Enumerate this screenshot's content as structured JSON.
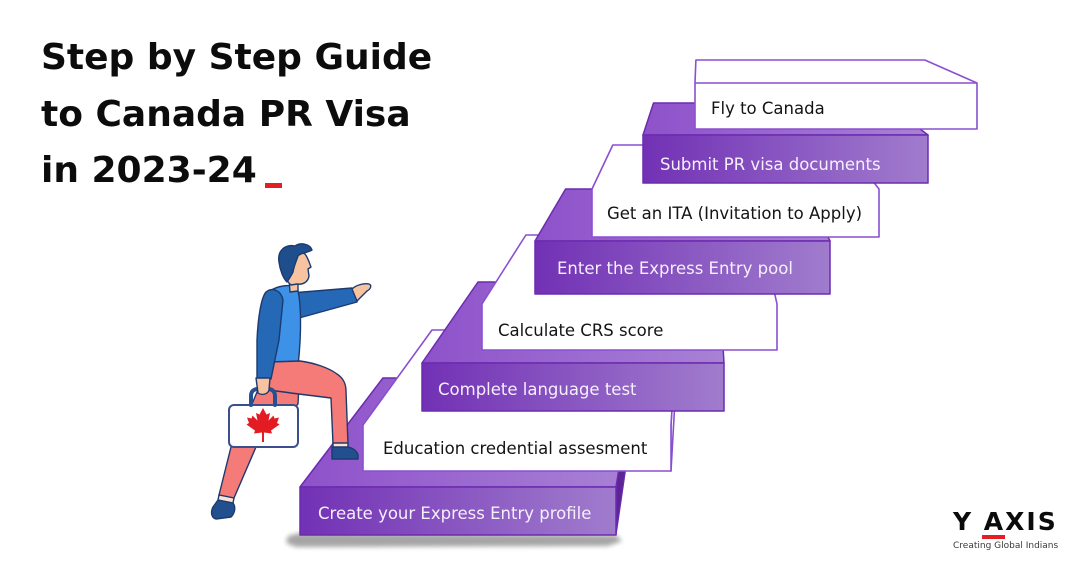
{
  "title": {
    "lines": [
      "Step by Step Guide",
      "to Canada PR Visa",
      "in 2023-24"
    ]
  },
  "steps": [
    {
      "label": "Create your Express Entry profile"
    },
    {
      "label": "Education credential assesment"
    },
    {
      "label": "Complete language test"
    },
    {
      "label": "Calculate CRS score"
    },
    {
      "label": "Enter the Express Entry pool"
    },
    {
      "label": "Get an ITA (Invitation to Apply)"
    },
    {
      "label": "Submit PR visa documents"
    },
    {
      "label": "Fly to Canada"
    }
  ],
  "illustration": {
    "figure": "person-climbing-stairs-icon",
    "carried_item": "briefcase-icon",
    "briefcase_emblem": "maple-leaf-icon"
  },
  "logo": {
    "wordmark": "Y AXIS",
    "tagline": "Creating Global Indians"
  },
  "theme": {
    "accent_red": "#e31e25",
    "purple_dark": "#7231b5",
    "purple_light": "#a07ccd",
    "purple_top_dark": "#8e51ca",
    "purple_top_light": "#a882d5",
    "purple_outline": "#6c2bb0",
    "white_outline": "#8a4fd1",
    "ink": "#0c0c0c",
    "text_on_purple": "#f6effc",
    "text_on_white": "#141414"
  }
}
